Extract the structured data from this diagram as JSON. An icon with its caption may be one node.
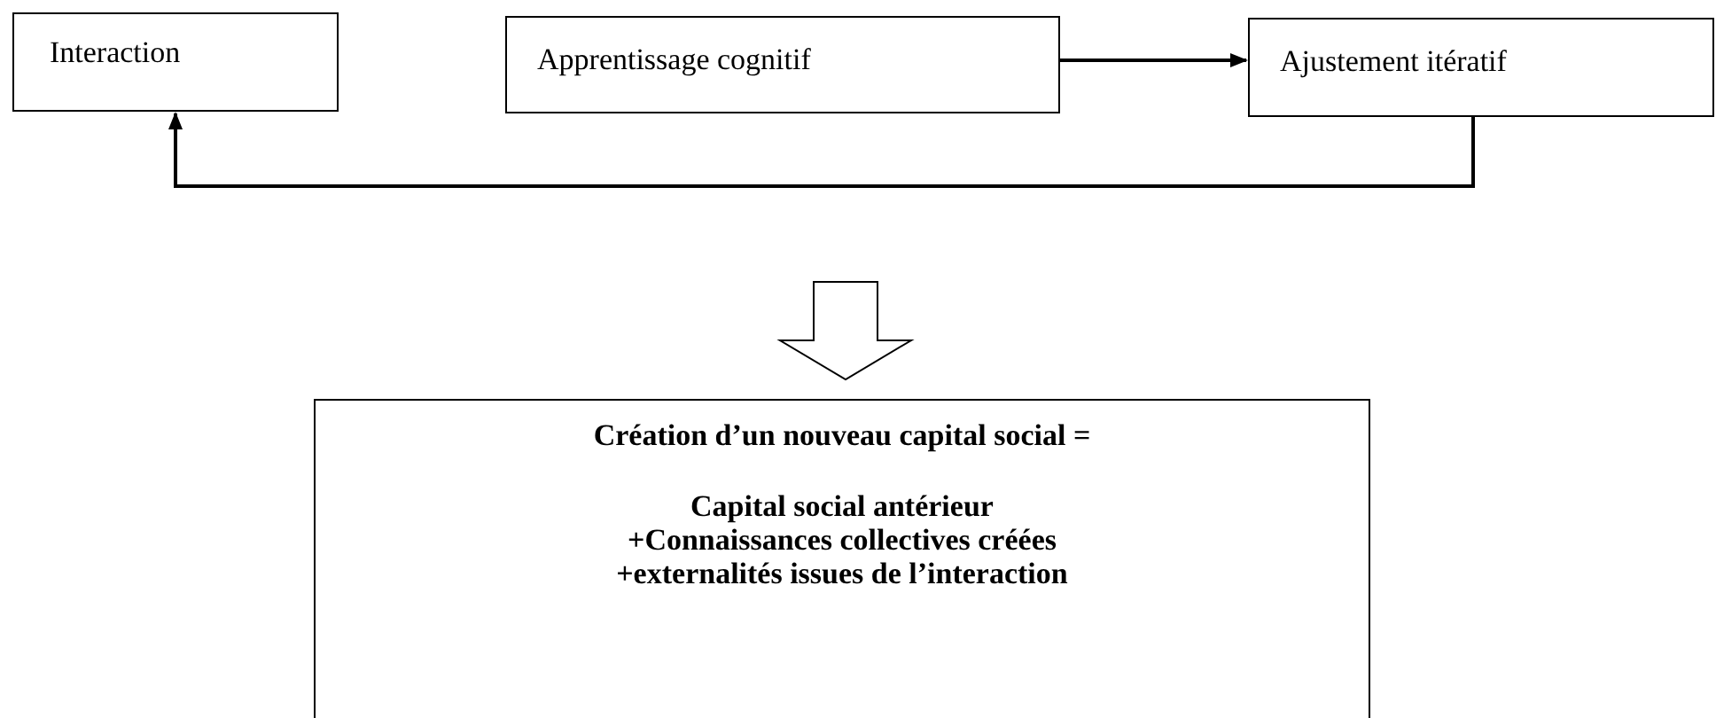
{
  "diagram": {
    "nodes": [
      {
        "text": [
          "Interaction"
        ]
      },
      {
        "text": [
          "Apprentissage cognitif"
        ]
      },
      {
        "text": [
          "Ajustement itératif"
        ]
      },
      {
        "text": [
          "Création d’un nouveau capital social =",
          "Capital social antérieur",
          "+Connaissances collectives créées",
          "+externalités issues de l’interaction"
        ]
      }
    ],
    "edges": [
      {
        "from": 1,
        "to": 2,
        "arrow": "to"
      },
      {
        "from": 2,
        "to": 0,
        "arrow": "to"
      },
      {
        "from": null,
        "to": 3,
        "arrow": "to"
      }
    ]
  }
}
